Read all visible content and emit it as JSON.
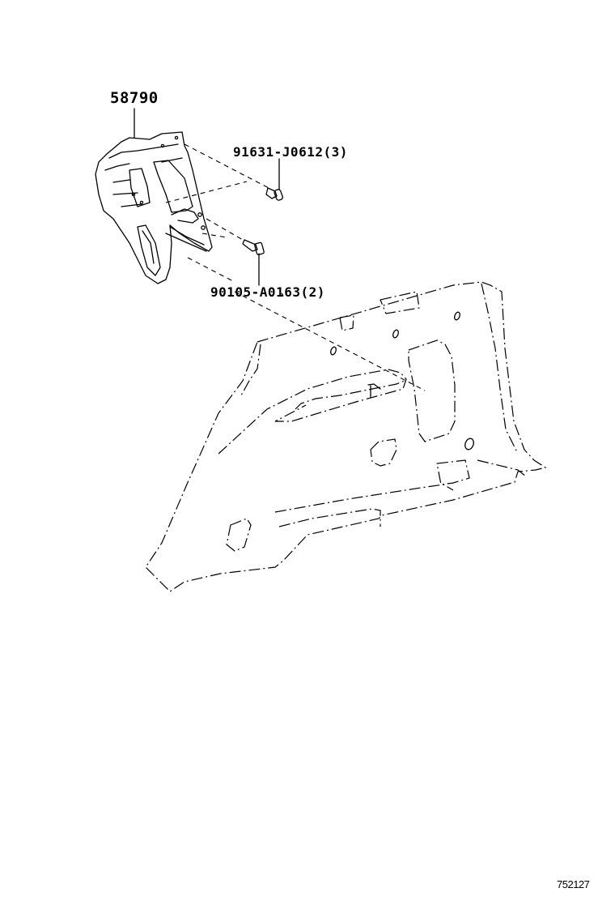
{
  "diagram": {
    "type": "exploded parts illustration",
    "labels": {
      "bracket": "58790",
      "screw": "91631-J0612(3)",
      "bolt": "90105-A0163(2)"
    },
    "reference_number": "752127"
  },
  "parts": [
    {
      "part_number": "58790",
      "quantity": null,
      "description_shape": "bracket"
    },
    {
      "part_number": "91631-J0612",
      "quantity": 3,
      "description_shape": "screw"
    },
    {
      "part_number": "90105-A0163",
      "quantity": 2,
      "description_shape": "bolt"
    }
  ]
}
